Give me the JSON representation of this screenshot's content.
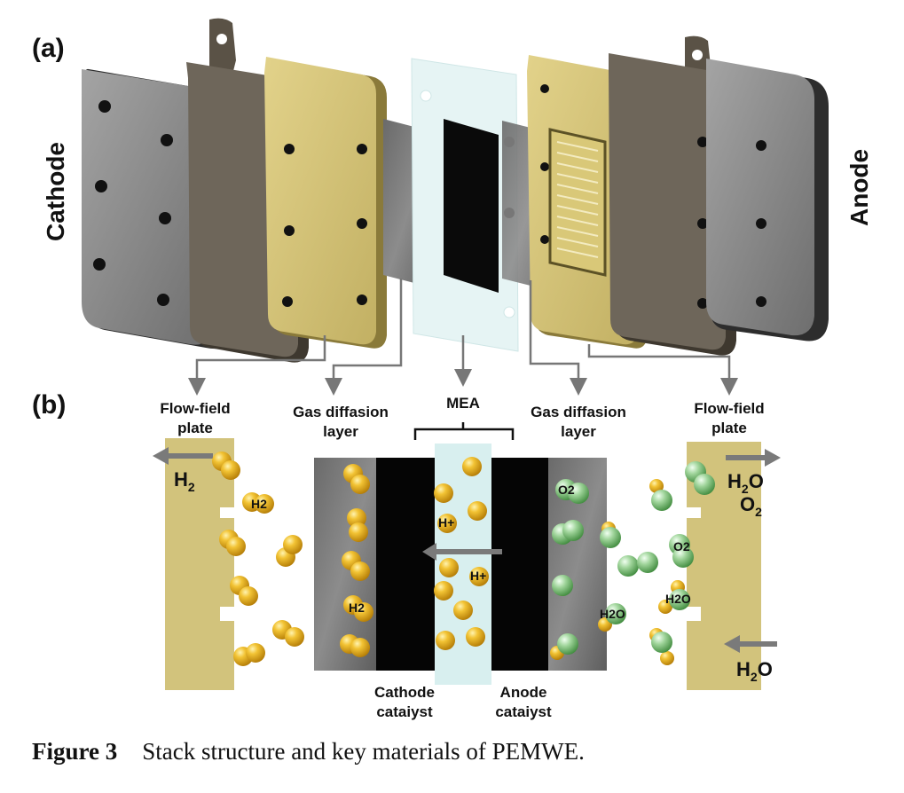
{
  "panel_a": {
    "label": "(a)",
    "side_left": "Cathode",
    "side_right": "Anode"
  },
  "panel_b": {
    "label": "(b)",
    "callouts": {
      "flow_field_left": [
        "Flow-field",
        "plate"
      ],
      "gdl_left": [
        "Gas diffasion",
        "layer"
      ],
      "mea": "MEA",
      "gdl_right": [
        "Gas diffasion",
        "layer"
      ],
      "flow_field_right": [
        "Flow-field",
        "plate"
      ]
    },
    "bottom_labels": {
      "cathode_catalyst": [
        "Cathode",
        "cataiyst"
      ],
      "anode_catalyst": [
        "Anode",
        "cataiyst"
      ]
    },
    "species": {
      "h2_out_main": "H",
      "h2_out_sub": "2",
      "h2o_out_main": "H",
      "h2o_out_sub": "2",
      "h2o_out_tail": "O",
      "o2_out_main": "O",
      "o2_out_sub": "2",
      "h2o_in_main": "H",
      "h2o_in_sub": "2",
      "h2o_in_tail": "O"
    },
    "molecule_labels": {
      "h2": "H2",
      "h_plus": "H+",
      "o2": "O2",
      "h2o": "H2O"
    }
  },
  "caption": {
    "number": "Figure 3",
    "text": "Stack structure and key materials of PEMWE."
  },
  "colors": {
    "plate_dark": "#3f3f3f",
    "plate_face": "#8e8e8e",
    "bronze": "#6e665a",
    "gold": "#d8c77a",
    "flowfield": "#d2c37c",
    "membrane": "#d8efef",
    "hydrogen": "#e9b020",
    "oxygen": "#7fc27a",
    "arrow": "#777777"
  }
}
